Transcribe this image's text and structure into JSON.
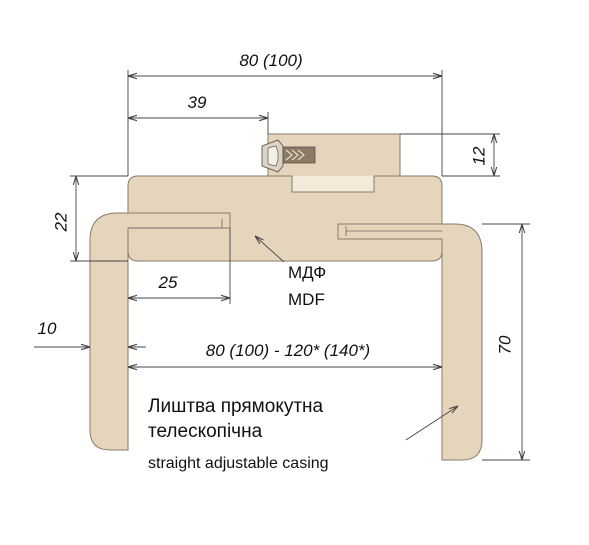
{
  "dimensions": {
    "overall_width": "80 (100)",
    "half_width": "39",
    "groove_depth": "12",
    "frame_thickness": "22",
    "tongue_length": "25",
    "casing_thickness": "10",
    "adjustable_range": "80 (100) - 120* (140*)",
    "casing_height": "70"
  },
  "material": {
    "label_ua": "МДФ",
    "label_en": "MDF"
  },
  "caption": {
    "line1": "Лиштва прямокутна",
    "line2": "телескопічна",
    "english": "straight adjustable casing"
  },
  "colors": {
    "wood": "#e6d5bd",
    "edge": "#8a7a66",
    "dimension_line": "#444444",
    "seal": "#9a8f7c"
  }
}
